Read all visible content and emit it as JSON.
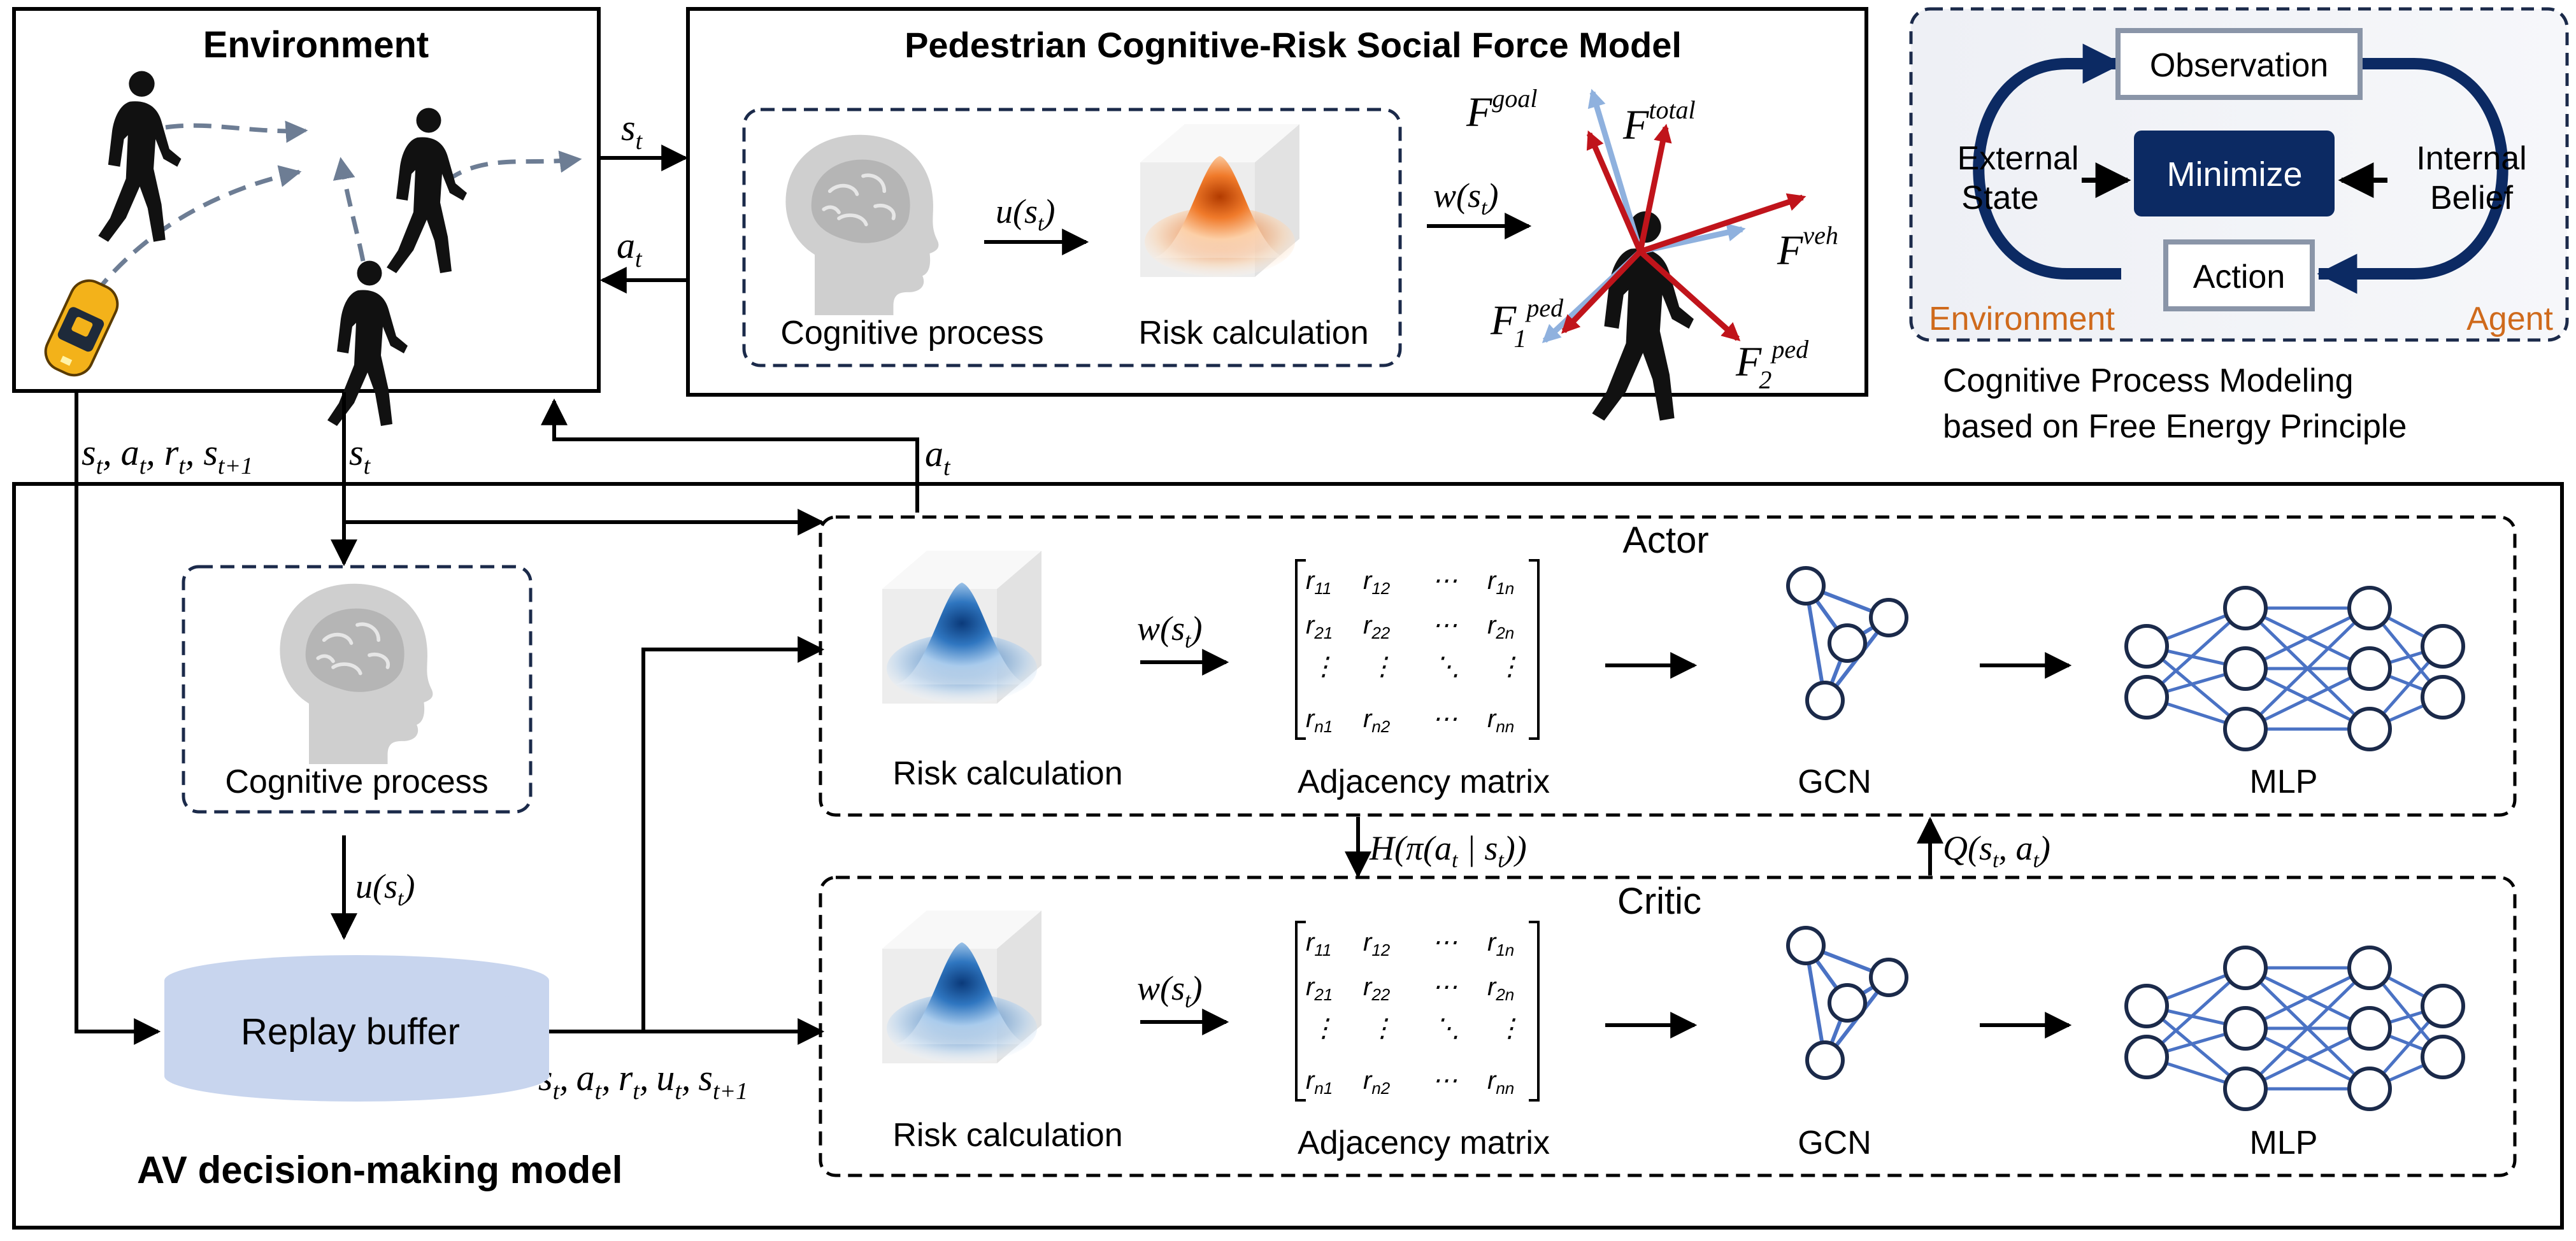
{
  "environment": {
    "title": "Environment"
  },
  "pedestrian_model": {
    "title": "Pedestrian Cognitive-Risk Social Force Model",
    "cognitive_label": "Cognitive process",
    "risk_label": "Risk calculation",
    "u_label": "u(s",
    "w_label": "w(s",
    "forces": {
      "goal": "goal",
      "total": "total",
      "veh": "veh",
      "ped1": "ped",
      "ped2": "ped",
      "F": "F",
      "sub1": "1",
      "sub2": "2"
    }
  },
  "fep": {
    "observation": "Observation",
    "action": "Action",
    "minimize": "Minimize",
    "external_line1": "External",
    "external_line2": "State",
    "internal_line1": "Internal",
    "internal_line2": "Belief",
    "environment": "Environment",
    "agent": "Agent",
    "caption_line1": "Cognitive Process Modeling",
    "caption_line2": "based on Free Energy Principle"
  },
  "flow_labels": {
    "s": "s",
    "a": "a",
    "r": "r",
    "u": "u",
    "t": "t",
    "t1": "t+1",
    "comma": ",",
    "H_label": "H(π(a",
    "H_mid": " | s",
    "H_end": "))",
    "Q_label": "Q(s",
    "Q_mid": ", a",
    "Q_end": ")",
    "paren_close": ")"
  },
  "av_model": {
    "title": "AV decision-making model",
    "cognitive_label": "Cognitive process",
    "replay_buffer": "Replay buffer",
    "actor": {
      "title": "Actor",
      "risk_label": "Risk calculation",
      "adjacency_label": "Adjacency matrix",
      "gcn_label": "GCN",
      "mlp_label": "MLP"
    },
    "critic": {
      "title": "Critic",
      "risk_label": "Risk calculation",
      "adjacency_label": "Adjacency matrix",
      "gcn_label": "GCN",
      "mlp_label": "MLP"
    },
    "matrix": {
      "r11": "r",
      "s11": "11",
      "r12": "r",
      "s12": "12",
      "r1n": "r",
      "s1n": "1n",
      "r21": "r",
      "s21": "21",
      "r22": "r",
      "s22": "22",
      "r2n": "r",
      "s2n": "2n",
      "rn1": "r",
      "sn1": "n1",
      "rn2": "r",
      "sn2": "n2",
      "rnn": "r",
      "snn": "nn",
      "hdots": "⋯",
      "vdots": "⋮",
      "ddots": "⋱"
    }
  },
  "colors": {
    "navy": "#1b2a4a",
    "dark_red": "#c0141b",
    "light_blue_arrow": "#8fb1de",
    "network_blue": "#4a72c4",
    "replay_fill": "#c8d5ee",
    "minimize_fill": "#0c2a63",
    "orange_text": "#cf6a1c"
  }
}
